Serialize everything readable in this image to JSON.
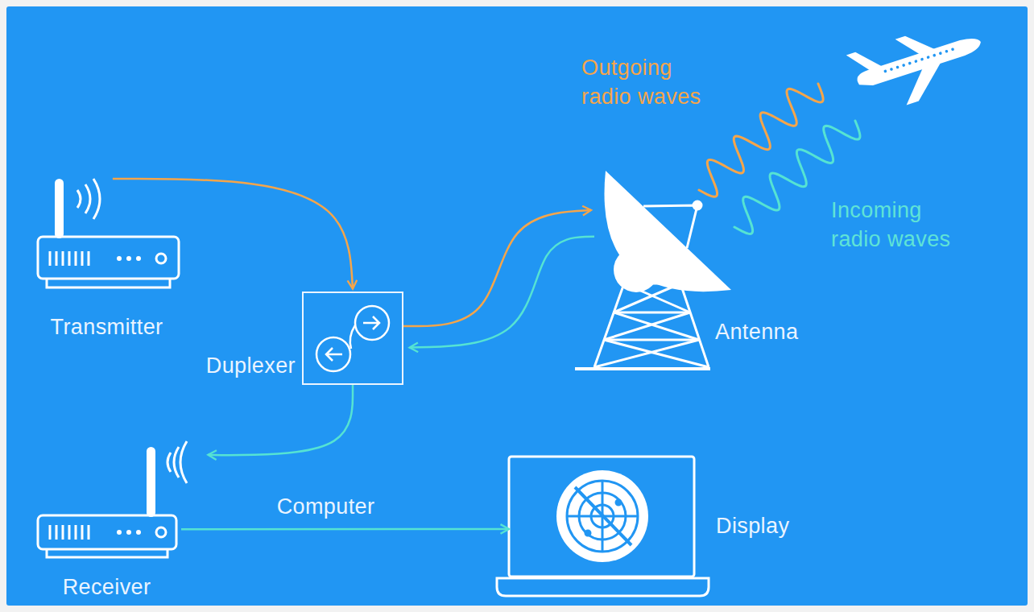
{
  "diagram": {
    "nodes": [
      {
        "text": [
          "Transmitter"
        ]
      },
      {
        "text": [
          "Duplexer"
        ]
      },
      {
        "text": [
          "Antenna"
        ]
      },
      {
        "text": [
          "Receiver"
        ]
      },
      {
        "text": [
          "Display"
        ]
      }
    ],
    "edges": [
      {
        "from": 0,
        "to": 1,
        "arrow": "to"
      },
      {
        "from": 1,
        "to": 2,
        "arrow": "to"
      },
      {
        "from": 2,
        "to": 1,
        "arrow": "to"
      },
      {
        "from": 1,
        "to": 3,
        "arrow": "to"
      },
      {
        "from": 3,
        "to": 4,
        "label": "Computer",
        "arrow": "to"
      }
    ],
    "labels": [
      "Outgoing radio waves",
      "Incoming radio waves"
    ]
  }
}
